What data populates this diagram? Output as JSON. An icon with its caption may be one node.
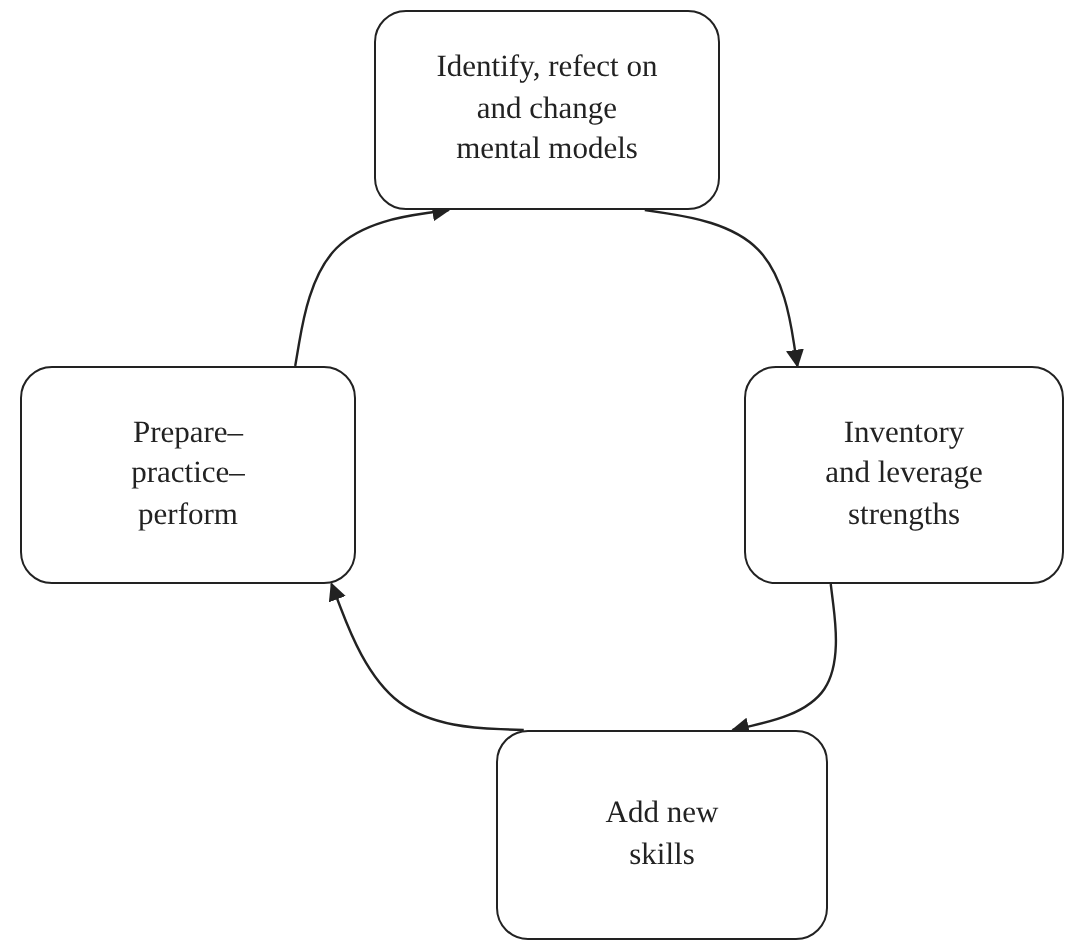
{
  "diagram": {
    "nodes": [
      {
        "text": [
          "Identify, refect on and change mental models"
        ]
      },
      {
        "text": [
          "Inventory and leverage strengths"
        ]
      },
      {
        "text": [
          "Prepare–practice–perform"
        ]
      },
      {
        "text": [
          "Add new skills"
        ]
      }
    ],
    "edges": [
      {
        "from": 0,
        "to": 1,
        "arrow": "to"
      },
      {
        "from": 1,
        "to": 3,
        "arrow": "to"
      },
      {
        "from": 3,
        "to": 2,
        "arrow": "to"
      },
      {
        "from": 2,
        "to": 0,
        "arrow": "to"
      }
    ]
  }
}
